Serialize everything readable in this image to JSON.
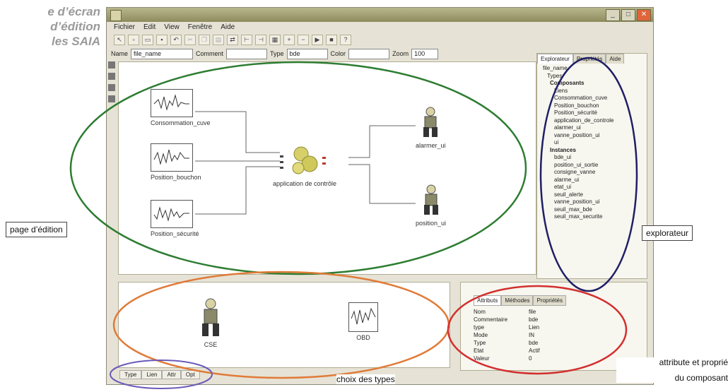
{
  "caption": {
    "line1": "e d’écran",
    "line2": "d’édition",
    "line3": "les SAIA"
  },
  "window": {
    "title": "",
    "menu": [
      "Fichier",
      "Edit",
      "View",
      "Fenêtre",
      "Aide"
    ],
    "properties": {
      "name_label": "Name",
      "name_value": "file_name",
      "comment_label": "Comment",
      "type_label": "Type",
      "type_value": "bde",
      "color_label": "Color",
      "zoom_label": "Zoom",
      "zoom_value": "100"
    }
  },
  "components": {
    "c1": "Consommation_cuve",
    "c2": "Position_bouchon",
    "c3": "Position_sécurité",
    "center": "application de contrôle",
    "out1": "alarmer_ui",
    "out2": "position_ui"
  },
  "explorer": {
    "tabs": [
      "Explorateur",
      "Propriétés",
      "Aide"
    ],
    "root": "file_name",
    "items": [
      "Types",
      "Composants",
      "Liens",
      "Consommation_cuve",
      "Position_bouchon",
      "Position_sécurité",
      "application_de_controle",
      "alarmer_ui",
      "vanne_position_ui",
      "ui",
      "Instances",
      "bde_ui",
      "position_ui_sortie",
      "consigne_vanne",
      "alarme_ui",
      "etat_ui",
      "seuil_alerte",
      "vanne_position_ui",
      "seuil_max_bde",
      "seuil_max_securite"
    ]
  },
  "types_panel": {
    "items": [
      "CSE",
      "OBD"
    ],
    "tabs": [
      "Type",
      "Lien",
      "Attr",
      "Opt"
    ]
  },
  "attributes": {
    "tabs": [
      "Attributs",
      "Méthodes",
      "Propriétés"
    ],
    "rows": [
      {
        "k": "Nom",
        "v": "file"
      },
      {
        "k": "Commentaire",
        "v": "bde"
      },
      {
        "k": "type",
        "v": "Lien"
      },
      {
        "k": "Mode",
        "v": "IN"
      },
      {
        "k": "Type",
        "v": "bde"
      },
      {
        "k": "Etat",
        "v": "Actif"
      },
      {
        "k": "Valeur",
        "v": "0"
      }
    ]
  },
  "callouts": {
    "page_edition": "page d’édition",
    "explorateur": "explorateur",
    "choix_types": "choix des types",
    "attributs_line1": "attribute et proprié",
    "attributs_line2": "du composant"
  },
  "colors": {
    "green_ellipse": "#2e7d32",
    "navy_ellipse": "#1f1f66",
    "orange_ellipse": "#e07b39",
    "red_ellipse": "#d32f2f",
    "purple_ellipse": "#6b5bb8"
  }
}
